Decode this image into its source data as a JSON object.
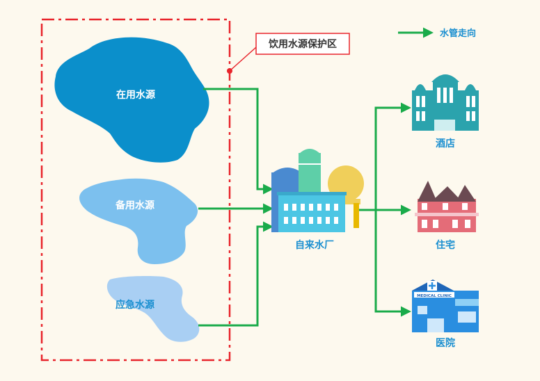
{
  "protection_zone": {
    "label": "饮用水源保护区"
  },
  "legend": {
    "label": "水管走向",
    "color": "#1aab4a"
  },
  "sources": [
    {
      "label": "在用水源",
      "color": "#0b8fcb"
    },
    {
      "label": "备用水源",
      "color": "#7cc0ee"
    },
    {
      "label": "应急水源",
      "color": "#a9cff3"
    }
  ],
  "plant": {
    "label": "自来水厂"
  },
  "destinations": [
    {
      "label": "酒店"
    },
    {
      "label": "住宅"
    },
    {
      "label": "医院",
      "sign": "MEDICAL CLINIC"
    }
  ],
  "colors": {
    "pipe": "#1aab4a",
    "zone_border": "#e8242b",
    "label_blue": "#1a8fd0"
  }
}
